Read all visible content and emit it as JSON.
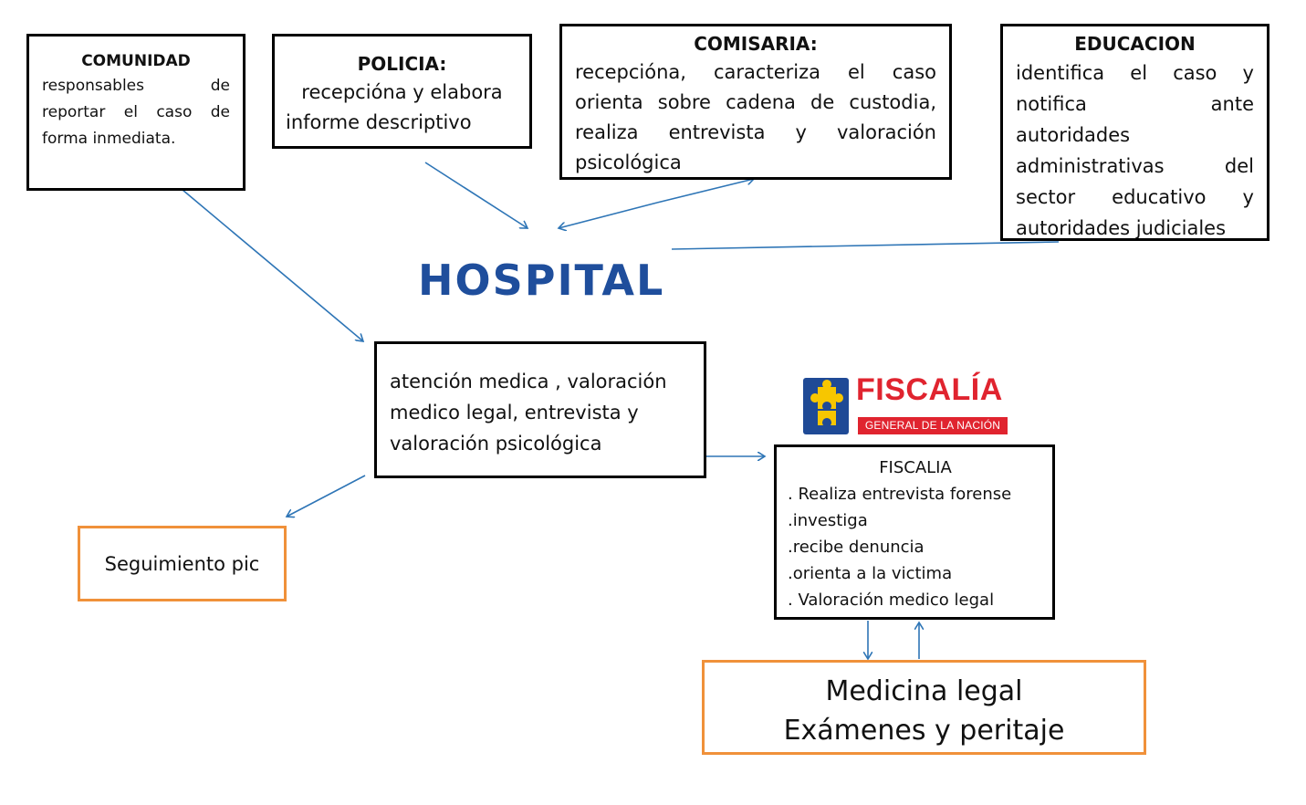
{
  "comunidad": {
    "title": "COMUNIDAD",
    "body": "responsables de reportar el caso de forma inmediata."
  },
  "policia": {
    "title": "POLICIA:",
    "body": "recepcióna y elabora informe descriptivo"
  },
  "comisaria": {
    "title": "COMISARIA:",
    "body": "recepcióna, caracteriza el caso orienta sobre cadena de custodia, realiza entrevista y valoración psicológica"
  },
  "educacion": {
    "title": "EDUCACION",
    "body": " identifica el caso y notifica ante autoridades administrativas del sector educativo y autoridades judiciales"
  },
  "hospital": {
    "label": "HOSPITAL"
  },
  "atencion": {
    "body": " atención medica , valoración medico legal, entrevista y valoración psicológica"
  },
  "seguimiento": {
    "label": "Seguimiento pic"
  },
  "fiscalia_logo": {
    "word": "FISCALÍA",
    "band": "GENERAL DE LA NACIÓN",
    "emblem": "puzzle-piece-icon",
    "colors": {
      "red": "#e0242f",
      "blue": "#1f4a96",
      "yellow": "#f7c600"
    }
  },
  "fiscalia": {
    "title": "FISCALIA",
    "items": [
      ". Realiza entrevista forense",
      ".investiga",
      ".recibe denuncia",
      ".orienta a la victima",
      ". Valoración medico legal"
    ]
  },
  "medicina": {
    "line1": "Medicina legal",
    "line2": "Exámenes y peritaje"
  },
  "colors": {
    "arrow": "#2e75b6",
    "hospital_text": "#1f4e9c",
    "orange_border": "#f0913a",
    "box_border": "#000000"
  }
}
